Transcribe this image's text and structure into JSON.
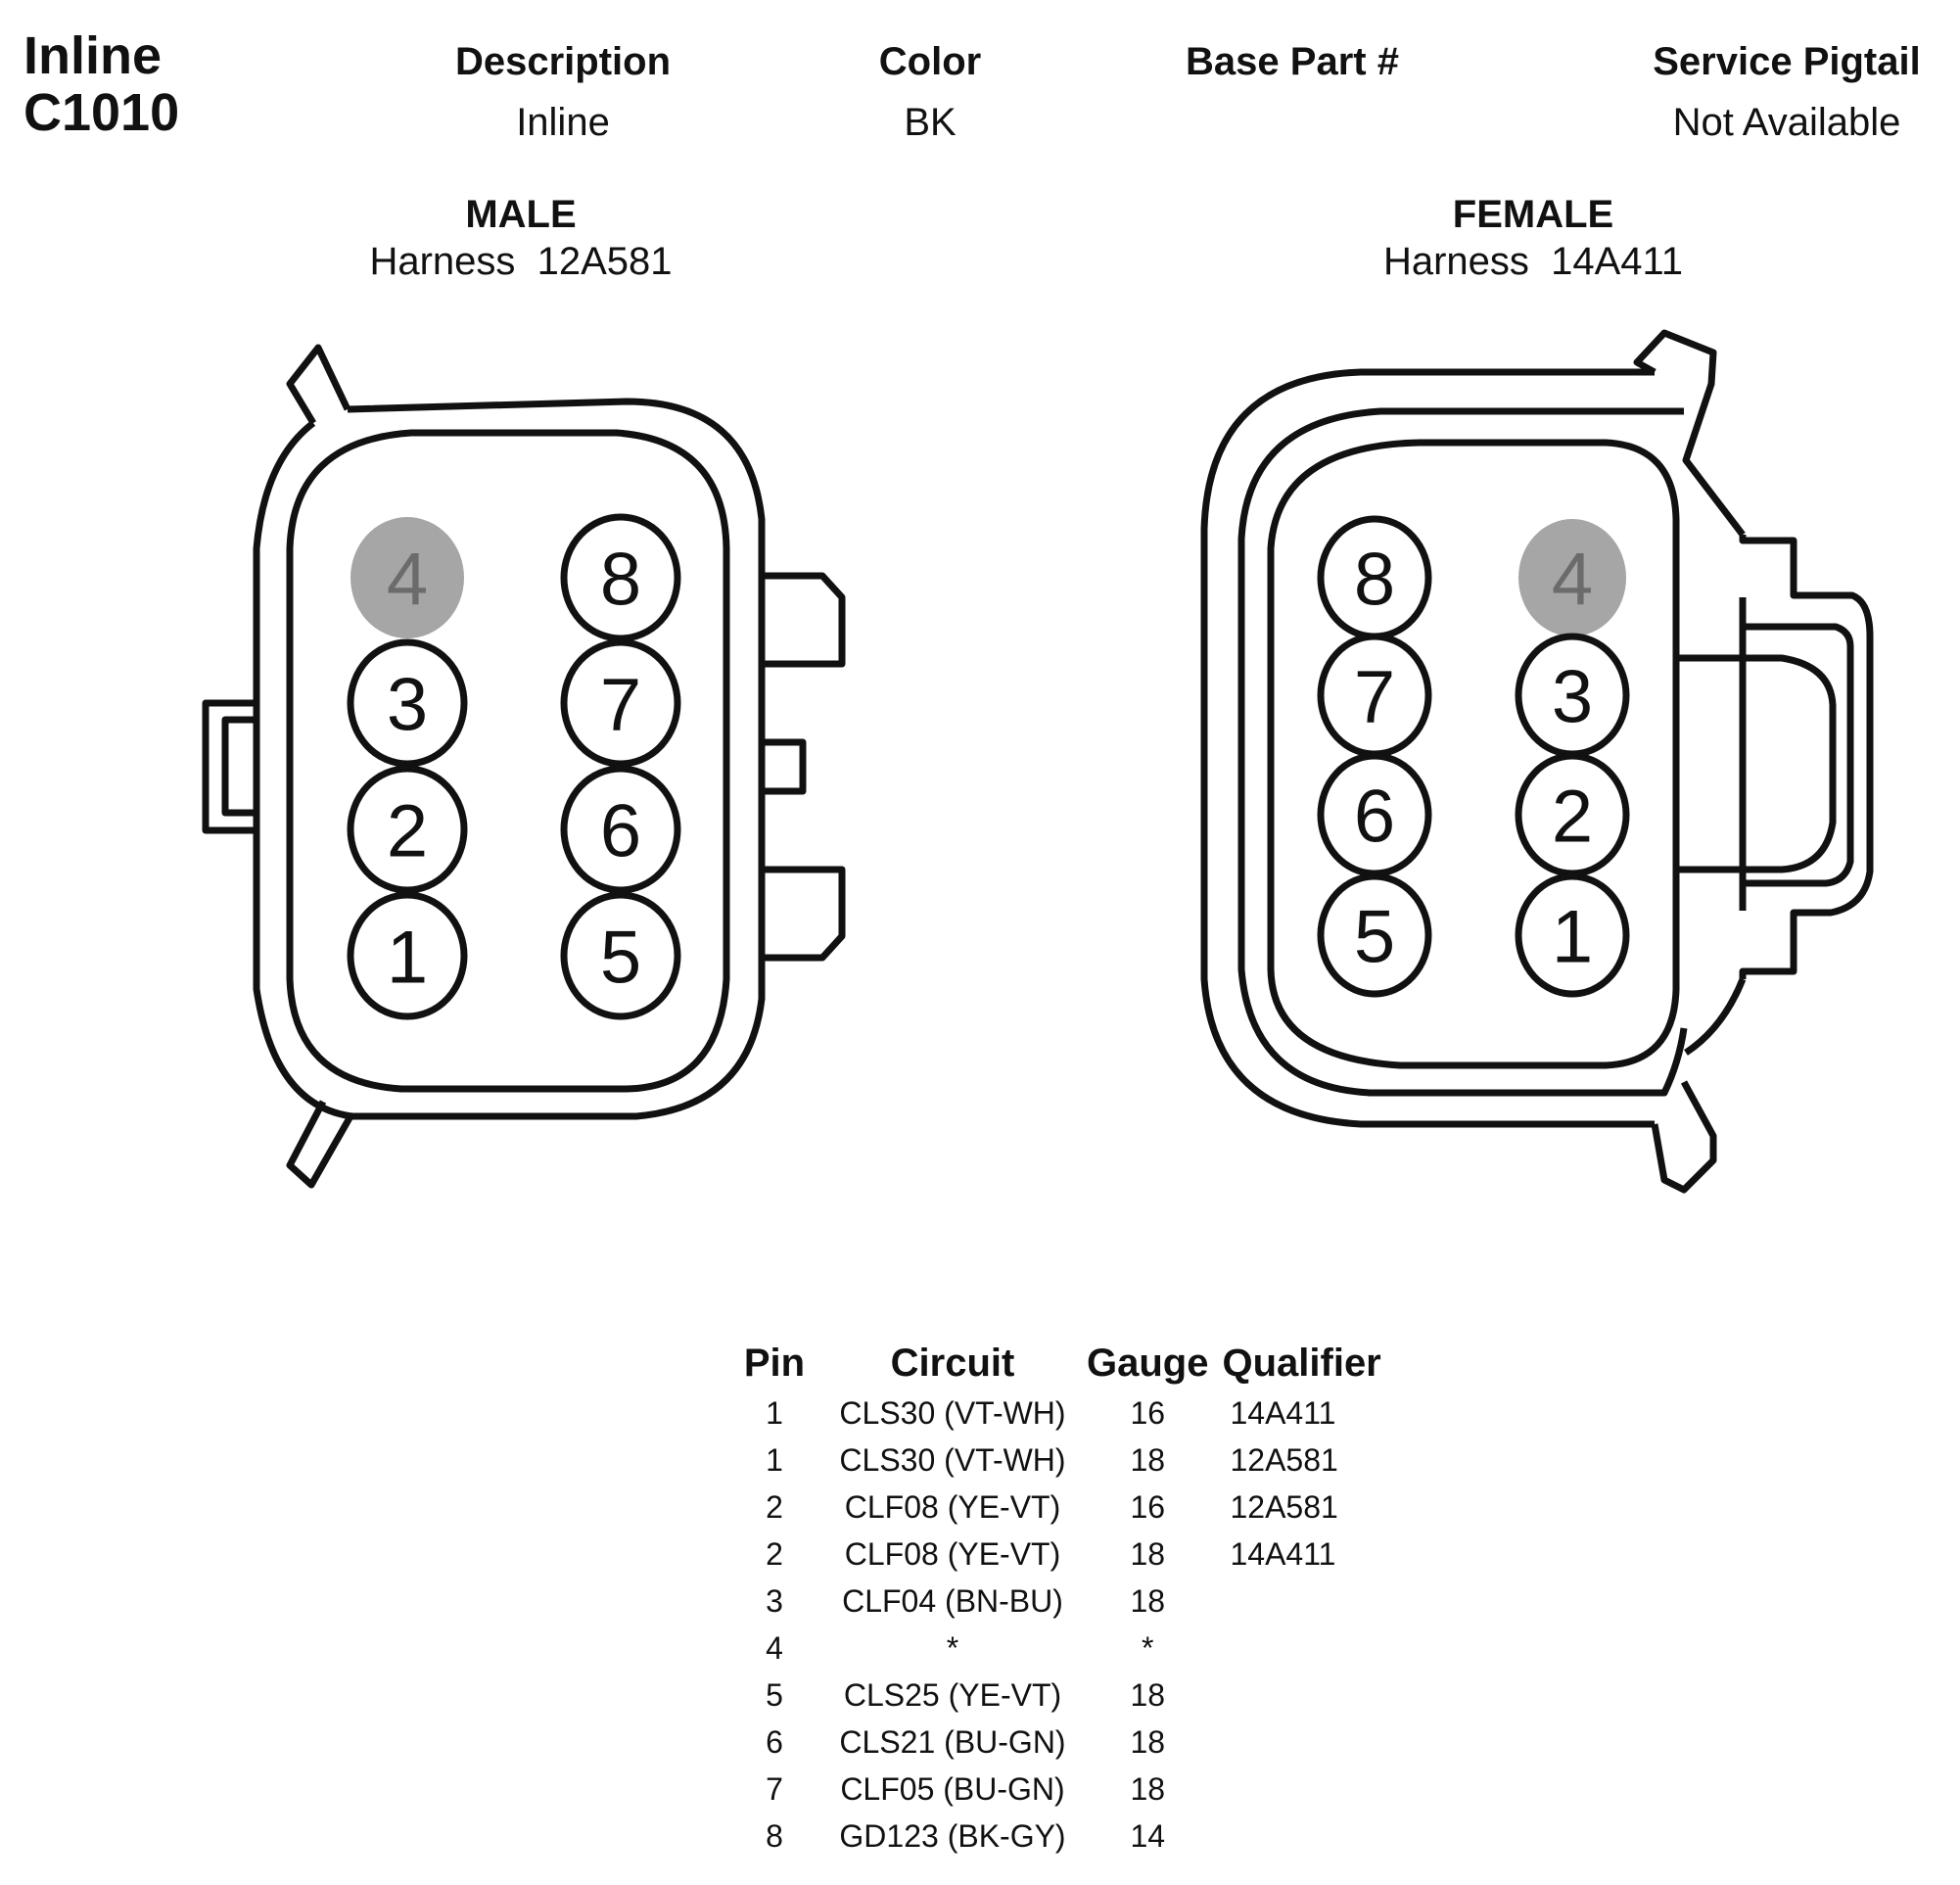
{
  "connector": {
    "title_line1": "Inline",
    "title_line2": "C1010"
  },
  "header": {
    "description_label": "Description",
    "description_value": "Inline",
    "color_label": "Color",
    "color_value": "BK",
    "base_part_label": "Base Part #",
    "base_part_value": "",
    "service_pigtail_label": "Service Pigtail",
    "service_pigtail_value": "Not Available"
  },
  "male": {
    "title": "MALE",
    "harness": "Harness  12A581",
    "pins": [
      "4",
      "3",
      "2",
      "1",
      "8",
      "7",
      "6",
      "5"
    ]
  },
  "female": {
    "title": "FEMALE",
    "harness": "Harness  14A411",
    "pins": [
      "8",
      "7",
      "6",
      "5",
      "4",
      "3",
      "2",
      "1"
    ]
  },
  "blank_pin": "4",
  "pin_table": {
    "headers": [
      "Pin",
      "Circuit",
      "Gauge",
      "Qualifier"
    ],
    "rows": [
      [
        "1",
        "CLS30 (VT-WH)",
        "16",
        "14A411"
      ],
      [
        "1",
        "CLS30 (VT-WH)",
        "18",
        "12A581"
      ],
      [
        "2",
        "CLF08 (YE-VT)",
        "16",
        "12A581"
      ],
      [
        "2",
        "CLF08 (YE-VT)",
        "18",
        "14A411"
      ],
      [
        "3",
        "CLF04 (BN-BU)",
        "18",
        ""
      ],
      [
        "4",
        "*",
        "*",
        ""
      ],
      [
        "5",
        "CLS25 (YE-VT)",
        "18",
        ""
      ],
      [
        "6",
        "CLS21 (BU-GN)",
        "18",
        ""
      ],
      [
        "7",
        "CLF05 (BU-GN)",
        "18",
        ""
      ],
      [
        "8",
        "GD123 (BK-GY)",
        "14",
        ""
      ]
    ]
  }
}
